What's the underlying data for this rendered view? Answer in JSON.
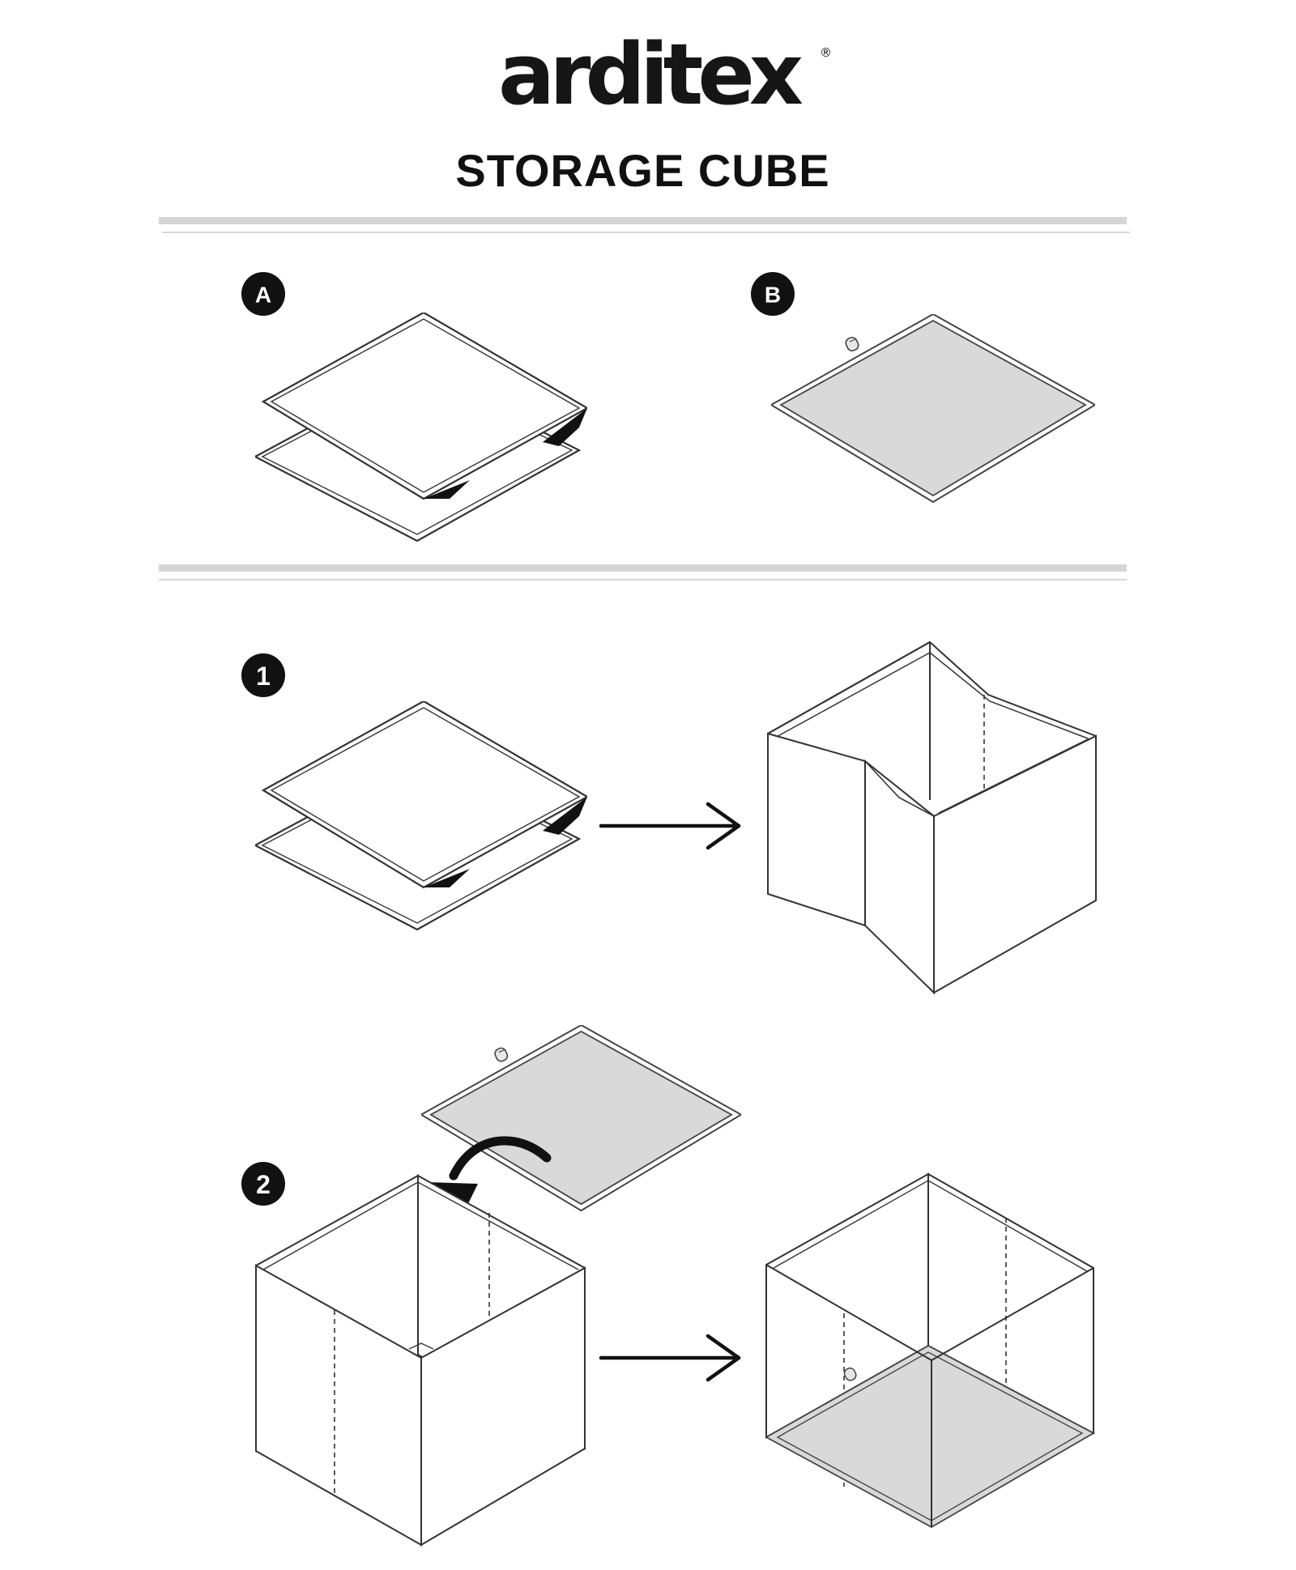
{
  "brand": {
    "logo_text": "arditex",
    "registered_mark": "®"
  },
  "title": "STORAGE CUBE",
  "parts": [
    {
      "label": "A"
    },
    {
      "label": "B"
    }
  ],
  "steps": [
    {
      "label": "1"
    },
    {
      "label": "2"
    }
  ],
  "colors": {
    "ink": "#111111",
    "panel_gray": "#d9d9d9",
    "rule_gray": "#d6d6d6",
    "background": "#ffffff"
  },
  "icons": [
    "arrow-right-icon",
    "curved-arrow-icon"
  ]
}
